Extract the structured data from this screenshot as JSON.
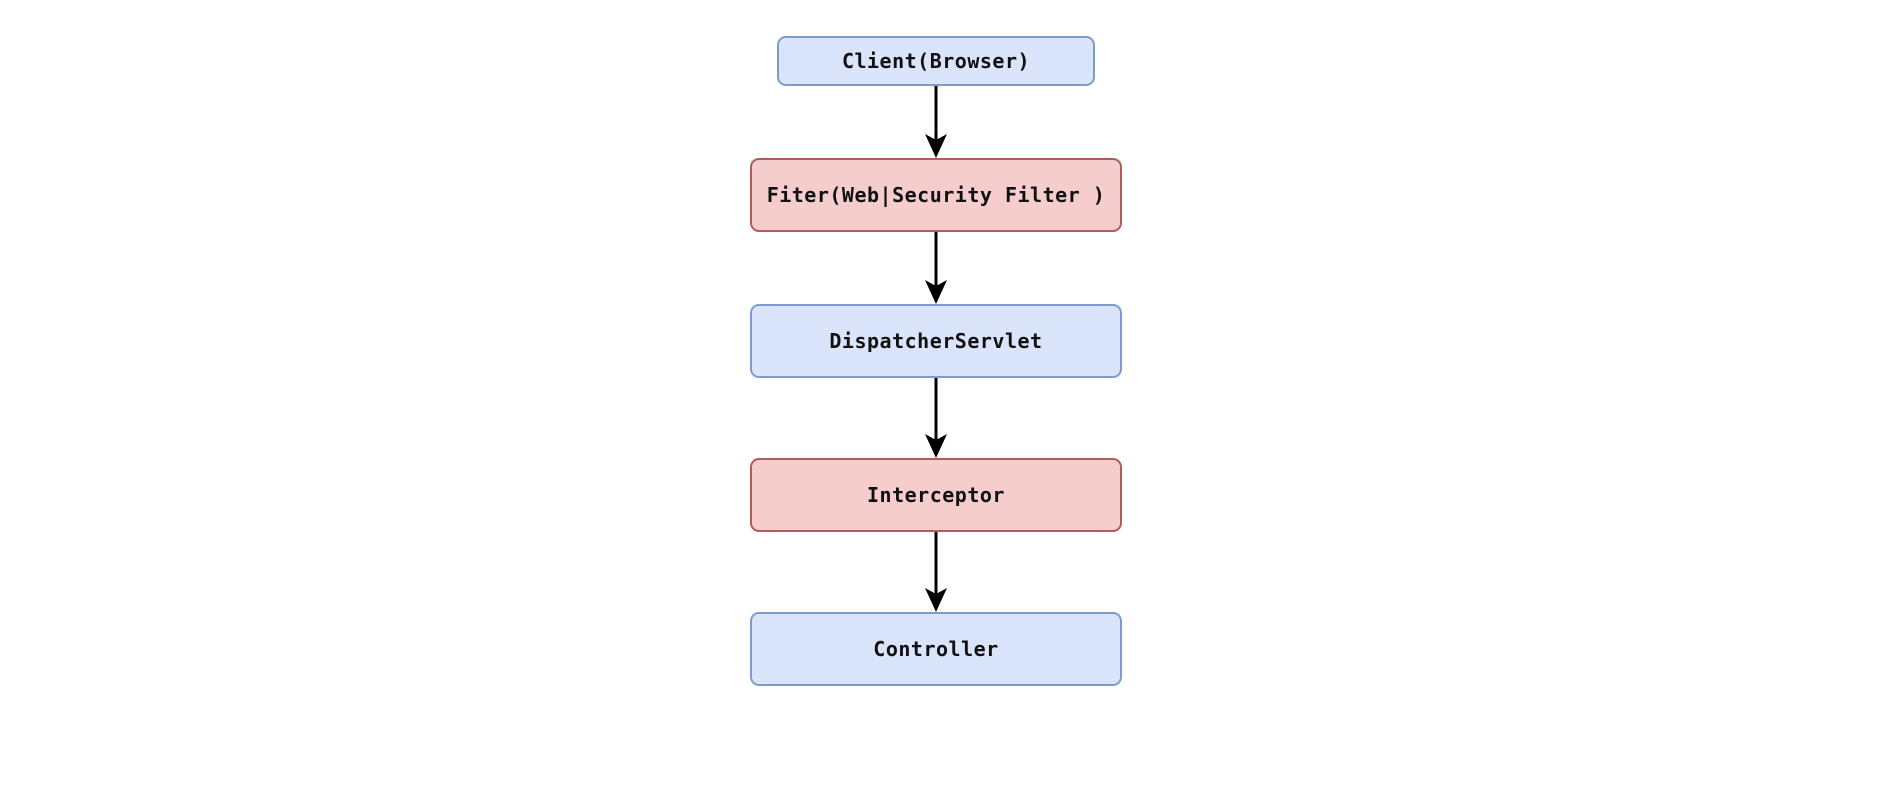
{
  "diagram": {
    "type": "flowchart",
    "direction": "top-to-bottom",
    "background_color": "#ffffff",
    "styles": {
      "blue_fill": "#dae4fa",
      "blue_stroke": "#7d9ccd",
      "pink_fill": "#f5cdcd",
      "pink_stroke": "#b05c5c",
      "arrow_color": "#000000",
      "text_color": "#111111"
    },
    "nodes": [
      {
        "id": "client",
        "label": "Client(Browser)",
        "color": "blue",
        "size": "small"
      },
      {
        "id": "filter",
        "label": "Fiter(Web|Security Filter )",
        "color": "pink",
        "size": "large"
      },
      {
        "id": "dispatcher-servlet",
        "label": "DispatcherServlet",
        "color": "blue",
        "size": "large"
      },
      {
        "id": "interceptor",
        "label": "Interceptor",
        "color": "pink",
        "size": "large"
      },
      {
        "id": "controller",
        "label": "Controller",
        "color": "blue",
        "size": "large"
      }
    ],
    "edges": [
      {
        "from": "client",
        "to": "filter",
        "label": "",
        "arrowhead": "filled-triangle"
      },
      {
        "from": "filter",
        "to": "dispatcher-servlet",
        "label": "",
        "arrowhead": "filled-triangle"
      },
      {
        "from": "dispatcher-servlet",
        "to": "interceptor",
        "label": "",
        "arrowhead": "filled-triangle"
      },
      {
        "from": "interceptor",
        "to": "controller",
        "label": "",
        "arrowhead": "filled-triangle"
      }
    ],
    "edge_heights": [
      72,
      72,
      80,
      80
    ]
  }
}
